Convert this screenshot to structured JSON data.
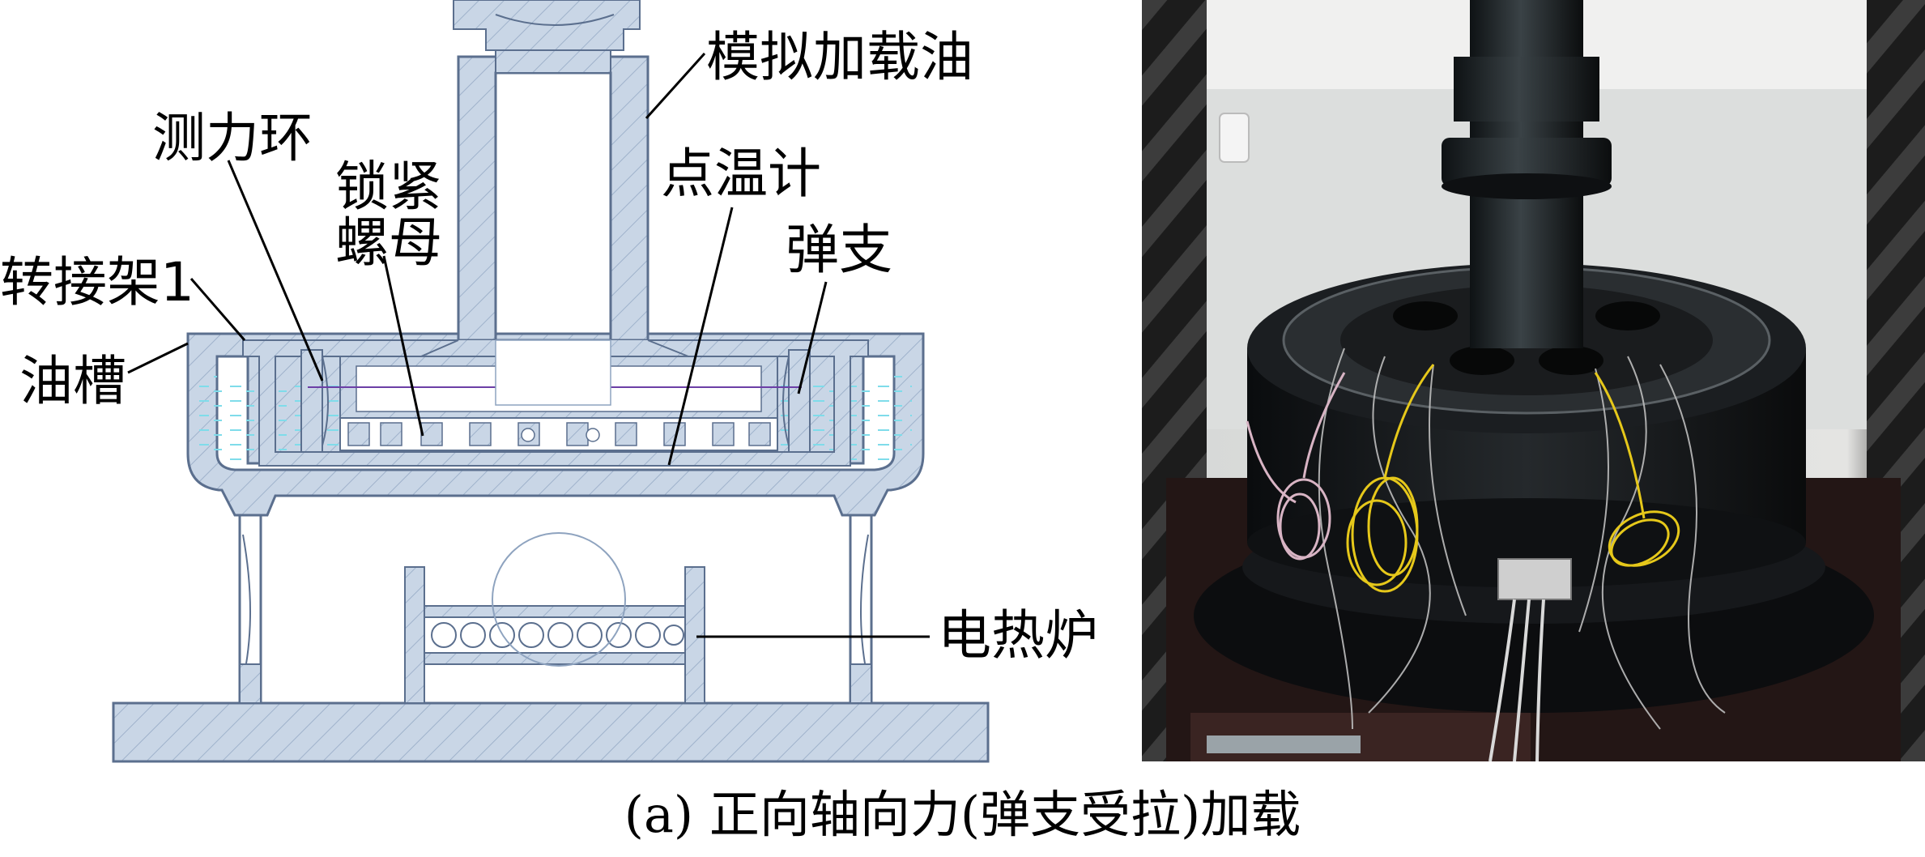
{
  "labels": {
    "loading_oil": "模拟加载油",
    "load_ring": "测力环",
    "lock_nut": "锁紧\n螺母",
    "thermometer": "点温计",
    "spring": "弹支",
    "adapter": "转接架1",
    "oil_tank": "油槽",
    "furnace": "电热炉"
  },
  "caption": "(a) 正向轴向力(弹支受拉)加载",
  "colors": {
    "hatch": "#c6d3e3",
    "hatch_line": "#8ea3bf",
    "outline": "#5b6f8e",
    "water": "#7fdcea",
    "purple_line": "#6c3fa6"
  }
}
